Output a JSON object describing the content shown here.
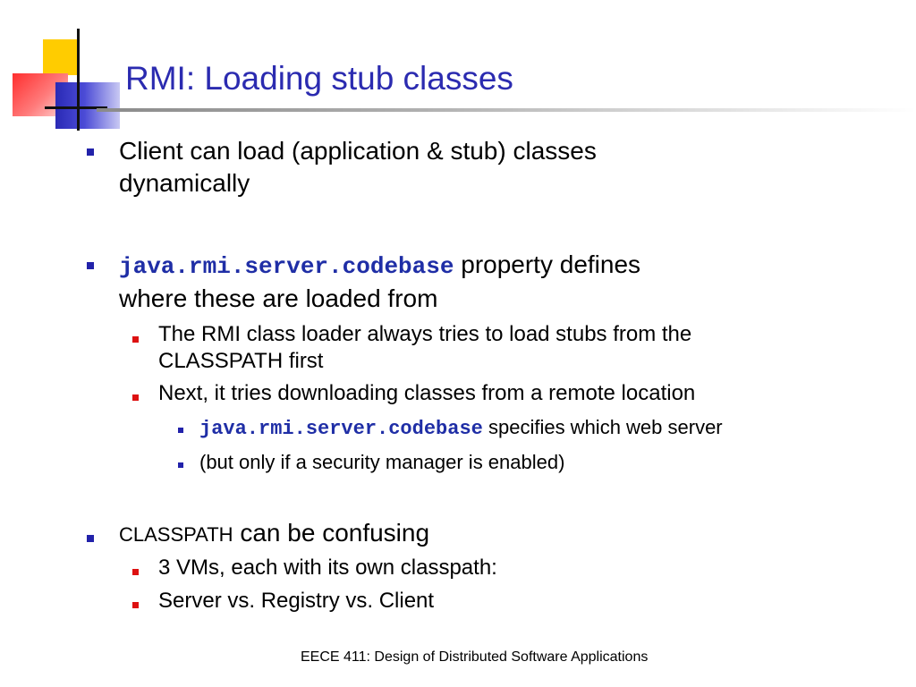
{
  "title": "RMI: Loading stub classes",
  "bullets": {
    "b1": {
      "line1": "Client can load (application & stub) classes",
      "line2": "dynamically"
    },
    "b2": {
      "code": "java.rmi.server.codebase",
      "text1": " property defines",
      "line2": "where these are loaded from"
    },
    "b2_1": {
      "line1": "The RMI class loader always tries to load stubs from the",
      "line2": "CLASSPATH first"
    },
    "b2_2": {
      "text": "Next, it tries downloading classes from a remote location"
    },
    "b2_2_1": {
      "code": "java.rmi.server.codebase",
      "text": " specifies which web server"
    },
    "b2_2_2": {
      "text": "(but only if a security manager is enabled)"
    },
    "b3": {
      "small": "CLASSPATH",
      "text": " can be confusing"
    },
    "b3_1": {
      "text": "3 VMs, each with its own classpath:"
    },
    "b3_2": {
      "text": "Server vs. Registry vs. Client"
    }
  },
  "footer": "EECE 411: Design of Distributed Software Applications",
  "colors": {
    "title": "#2b2bb0",
    "bullet_l1": "#2222aa",
    "bullet_l2": "#dd1111",
    "code": "#1f2ea6"
  }
}
